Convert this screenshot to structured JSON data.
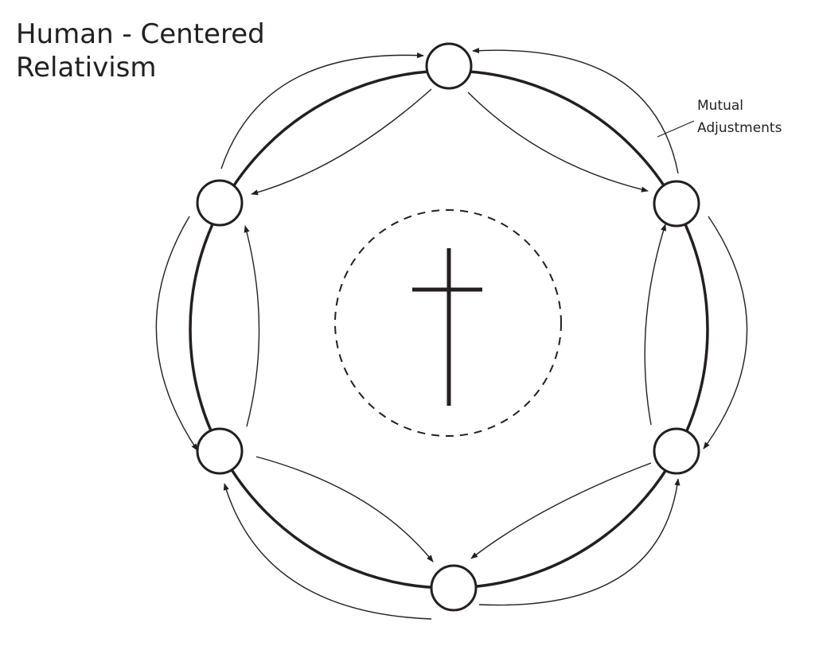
{
  "title": {
    "line1": "Human - Centered",
    "line2": "Relativism"
  },
  "callout": {
    "line1": "Mutual",
    "line2": "Adjustments"
  },
  "diagram": {
    "node_count": 6,
    "center_symbol": "cross-icon",
    "center_boundary": "dashed",
    "stroke_color": "#231f20"
  }
}
